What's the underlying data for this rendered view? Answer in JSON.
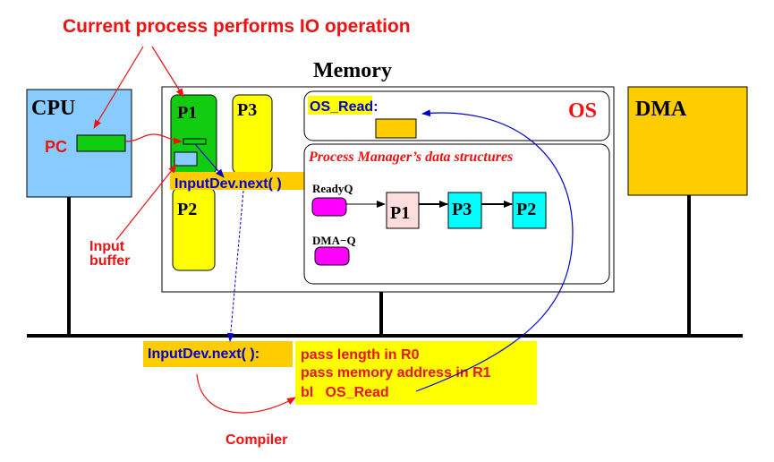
{
  "title": "Current process performs IO operation",
  "memory_label": "Memory",
  "cpu": {
    "label": "CPU",
    "pc_label": "PC"
  },
  "dma_box": {
    "label": "DMA"
  },
  "os": {
    "label": "OS",
    "read_label": "OS_Read:"
  },
  "processes": {
    "p1": "P1",
    "p2": "P2",
    "p3": "P3"
  },
  "input_call": "InputDev.next( )",
  "pm": {
    "title": "Process Manager’s data structures",
    "readyq_label": "ReadyQ",
    "dmaq_label": "DMA−Q",
    "queue": [
      "P1",
      "P3",
      "P2"
    ]
  },
  "input_buffer": {
    "line1": "Input",
    "line2": "buffer"
  },
  "compiled": {
    "label": "InputDev.next( ):",
    "lines": [
      "pass length in R0",
      "pass memory address in R1",
      "bl   OS_Read"
    ]
  },
  "compiler_label": "Compiler",
  "colors": {
    "red": "#ee1111",
    "blue": "#0000cc",
    "cpu_fill": "#88ccff",
    "dma_fill": "#ffcc00",
    "green": "#11cc11",
    "yellow": "#ffff00",
    "orange": "#ffcc00",
    "magenta": "#ff00ff",
    "cyan": "#00ffff",
    "pink": "#ffdddd"
  }
}
